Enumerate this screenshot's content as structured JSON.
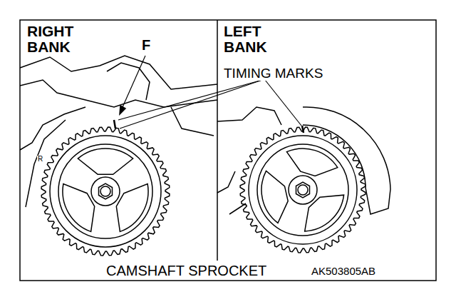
{
  "diagram": {
    "caption": "CAMSHAFT SPROCKET",
    "labels": [
      "RIGHT BANK",
      "F",
      "LEFT BANK",
      "TIMING MARKS",
      "R",
      "AK503805AB"
    ]
  }
}
